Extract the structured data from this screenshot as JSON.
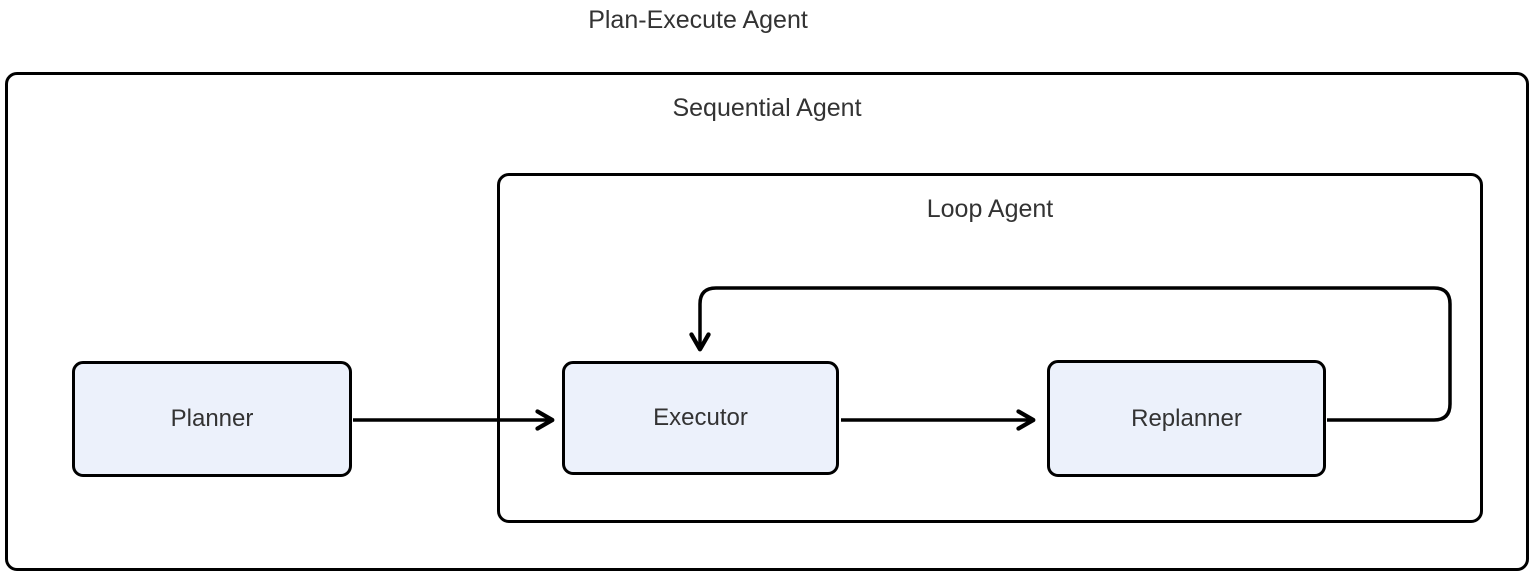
{
  "title": "Plan-Execute Agent",
  "containers": {
    "sequential": {
      "label": "Sequential Agent"
    },
    "loop": {
      "label": "Loop Agent"
    }
  },
  "nodes": {
    "planner": {
      "label": "Planner"
    },
    "executor": {
      "label": "Executor"
    },
    "replanner": {
      "label": "Replanner"
    }
  },
  "edges": [
    {
      "from": "Planner",
      "to": "Executor",
      "type": "straight"
    },
    {
      "from": "Executor",
      "to": "Replanner",
      "type": "straight"
    },
    {
      "from": "Replanner",
      "to": "Executor",
      "type": "loop-back"
    }
  ],
  "colors": {
    "node_fill": "#ECF1FB",
    "border": "#000000",
    "text": "#333333",
    "background": "#FFFFFF"
  }
}
